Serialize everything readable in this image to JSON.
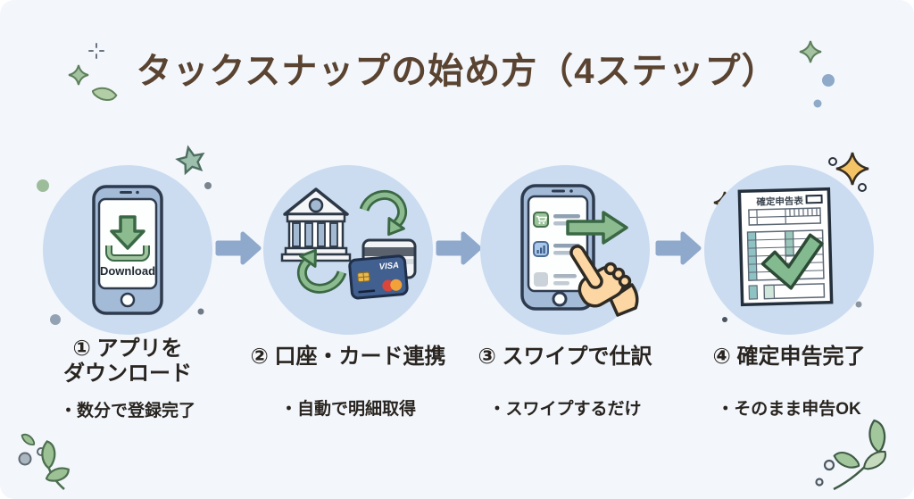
{
  "title": "タックスナップの始め方（4ステップ）",
  "steps": [
    {
      "id": "1",
      "heading_lines": [
        "① アプリを",
        "ダウンロード"
      ],
      "note": "・数分で登録完了",
      "icon": "phone-download-icon",
      "phone_button_label": "Download"
    },
    {
      "id": "2",
      "heading_lines": [
        "② 口座・カード連携"
      ],
      "note": "・自動で明細取得",
      "icon": "bank-card-sync-icon",
      "card_brand": "VISA"
    },
    {
      "id": "3",
      "heading_lines": [
        "③ スワイプで仕訳"
      ],
      "note": "・スワイプするだけ",
      "icon": "phone-swipe-icon"
    },
    {
      "id": "4",
      "heading_lines": [
        "④ 確定申告完了"
      ],
      "note": "・そのまま申告OK",
      "icon": "tax-form-check-icon",
      "document_title": "確定申告表"
    }
  ],
  "decorations": [
    "sparkle-icon",
    "gold-sparkle-icon",
    "leaf-icon",
    "star-icon",
    "dot",
    "crosshair-sparkle-icon"
  ],
  "colors": {
    "background": "#f3f7fc",
    "circle": "#cbdcf0",
    "flow_arrow": "#8fa9cc",
    "title_text": "#5a4330",
    "body_text": "#29241f",
    "accent_green": "#8cbb8f",
    "accent_gold": "#f3c366",
    "card_blue": "#41608f"
  }
}
